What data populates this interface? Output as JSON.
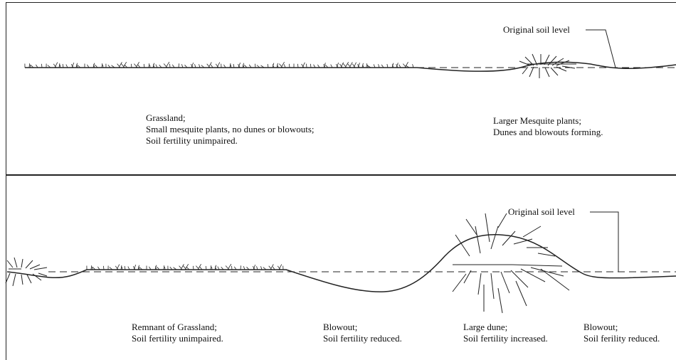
{
  "panels": [
    {
      "callout": "Original soil level",
      "captions": [
        "Grassland;\nSmall mesquite plants, no dunes or blowouts;\nSoil fertility unimpaired.",
        "Larger Mesquite plants;\nDunes and blowouts forming."
      ]
    },
    {
      "callout": "Original soil level",
      "captions": [
        "Remnant of Grassland;\nSoil fertility unimpaired.",
        "Blowout;\nSoil fertility reduced.",
        "Large dune;\nSoil fertility increased.",
        "Blowout;\nSoil ferility reduced."
      ]
    }
  ],
  "colors": {
    "line": "#222222",
    "text": "#111111",
    "background": "#ffffff"
  }
}
